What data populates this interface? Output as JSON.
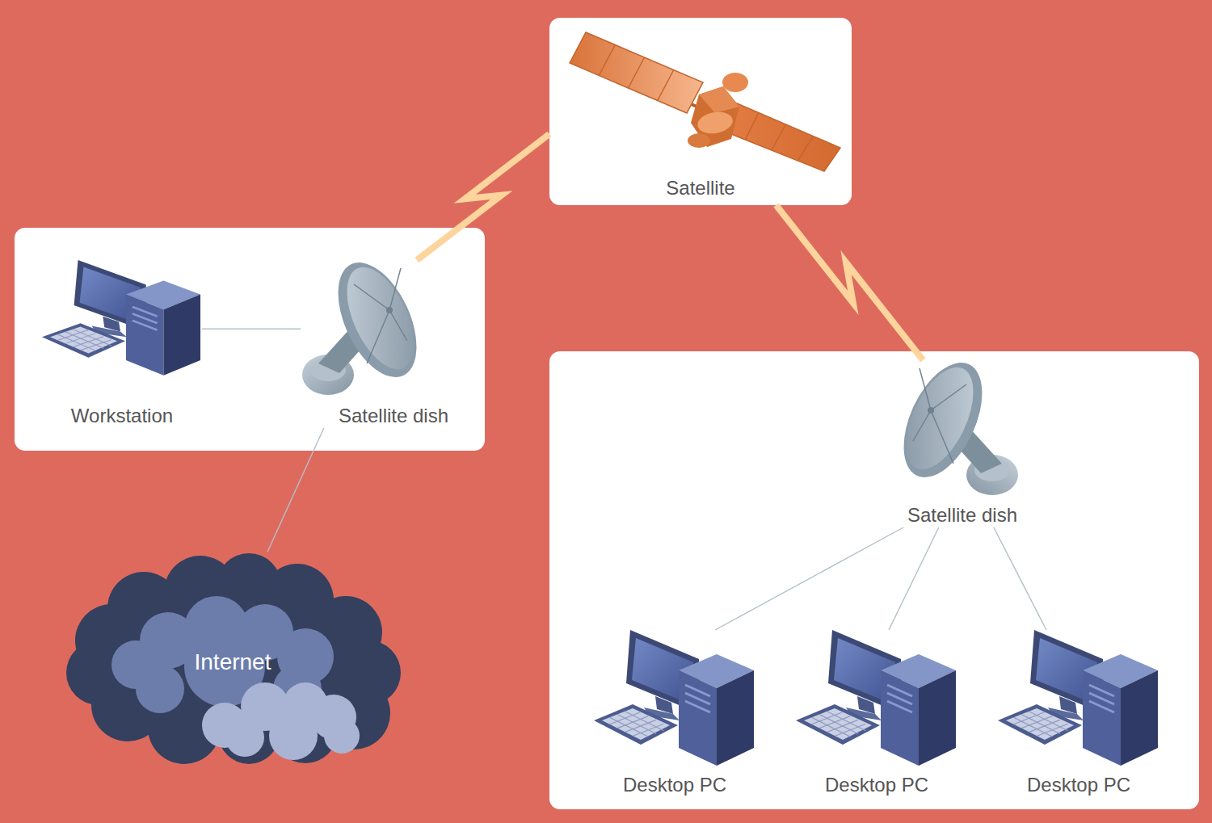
{
  "diagram": {
    "nodes": [
      {
        "text": [
          "Satellite"
        ]
      },
      {
        "text": []
      },
      {
        "text": [
          "Workstation"
        ],
        "in": 1
      },
      {
        "text": [
          "Satellite dish"
        ],
        "in": 1
      },
      {
        "text": [
          "Internet"
        ]
      },
      {
        "text": []
      },
      {
        "text": [
          "Satellite dish"
        ],
        "in": 5
      },
      {
        "text": [
          "Desktop PC"
        ],
        "in": 5
      },
      {
        "text": [
          "Desktop PC"
        ],
        "in": 5
      },
      {
        "text": [
          "Desktop PC"
        ],
        "in": 5
      }
    ],
    "edges": [
      {
        "from": 2,
        "to": 3,
        "arrow": "none"
      },
      {
        "from": 3,
        "to": 0,
        "arrow": "none"
      },
      {
        "from": 0,
        "to": 6,
        "arrow": "none"
      },
      {
        "from": 3,
        "to": 4,
        "arrow": "none"
      },
      {
        "from": 6,
        "to": 7,
        "arrow": "none"
      },
      {
        "from": 6,
        "to": 8,
        "arrow": "none"
      },
      {
        "from": 6,
        "to": 9,
        "arrow": "none"
      }
    ]
  }
}
